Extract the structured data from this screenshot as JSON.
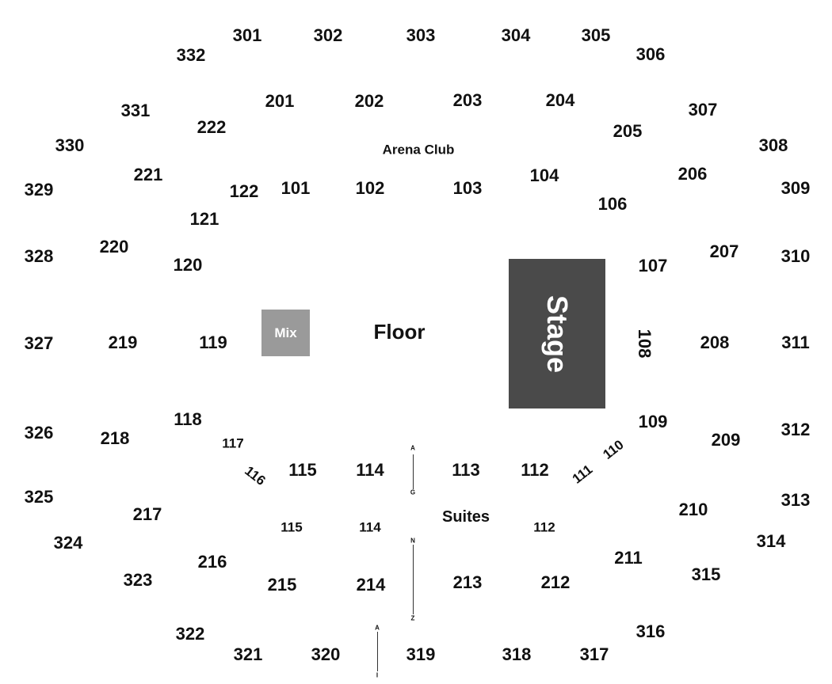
{
  "areas": {
    "stage": "Stage",
    "mix": "Mix",
    "floor": "Floor",
    "arena_club": "Arena Club",
    "suites": "Suites"
  },
  "row_markers": [
    "A",
    "G",
    "N",
    "Z",
    "A",
    "I"
  ],
  "sections": {
    "level_300": [
      "301",
      "302",
      "303",
      "304",
      "305",
      "306",
      "307",
      "308",
      "309",
      "310",
      "311",
      "312",
      "313",
      "314",
      "315",
      "316",
      "317",
      "318",
      "319",
      "320",
      "321",
      "322",
      "323",
      "324",
      "325",
      "326",
      "327",
      "328",
      "329",
      "330",
      "331",
      "332"
    ],
    "level_200": [
      "201",
      "202",
      "203",
      "204",
      "205",
      "206",
      "207",
      "208",
      "209",
      "210",
      "211",
      "212",
      "213",
      "214",
      "215",
      "216",
      "217",
      "218",
      "219",
      "220",
      "221",
      "222"
    ],
    "level_100": [
      "101",
      "102",
      "103",
      "104",
      "106",
      "107",
      "108",
      "109",
      "110",
      "111",
      "112",
      "113",
      "114",
      "115",
      "116",
      "117",
      "118",
      "119",
      "120",
      "121",
      "122"
    ],
    "suites": [
      "115",
      "114",
      "112"
    ]
  },
  "colors": {
    "stage": "#4a4a4a",
    "mix": "#9a9a9a",
    "text": "#111111"
  }
}
